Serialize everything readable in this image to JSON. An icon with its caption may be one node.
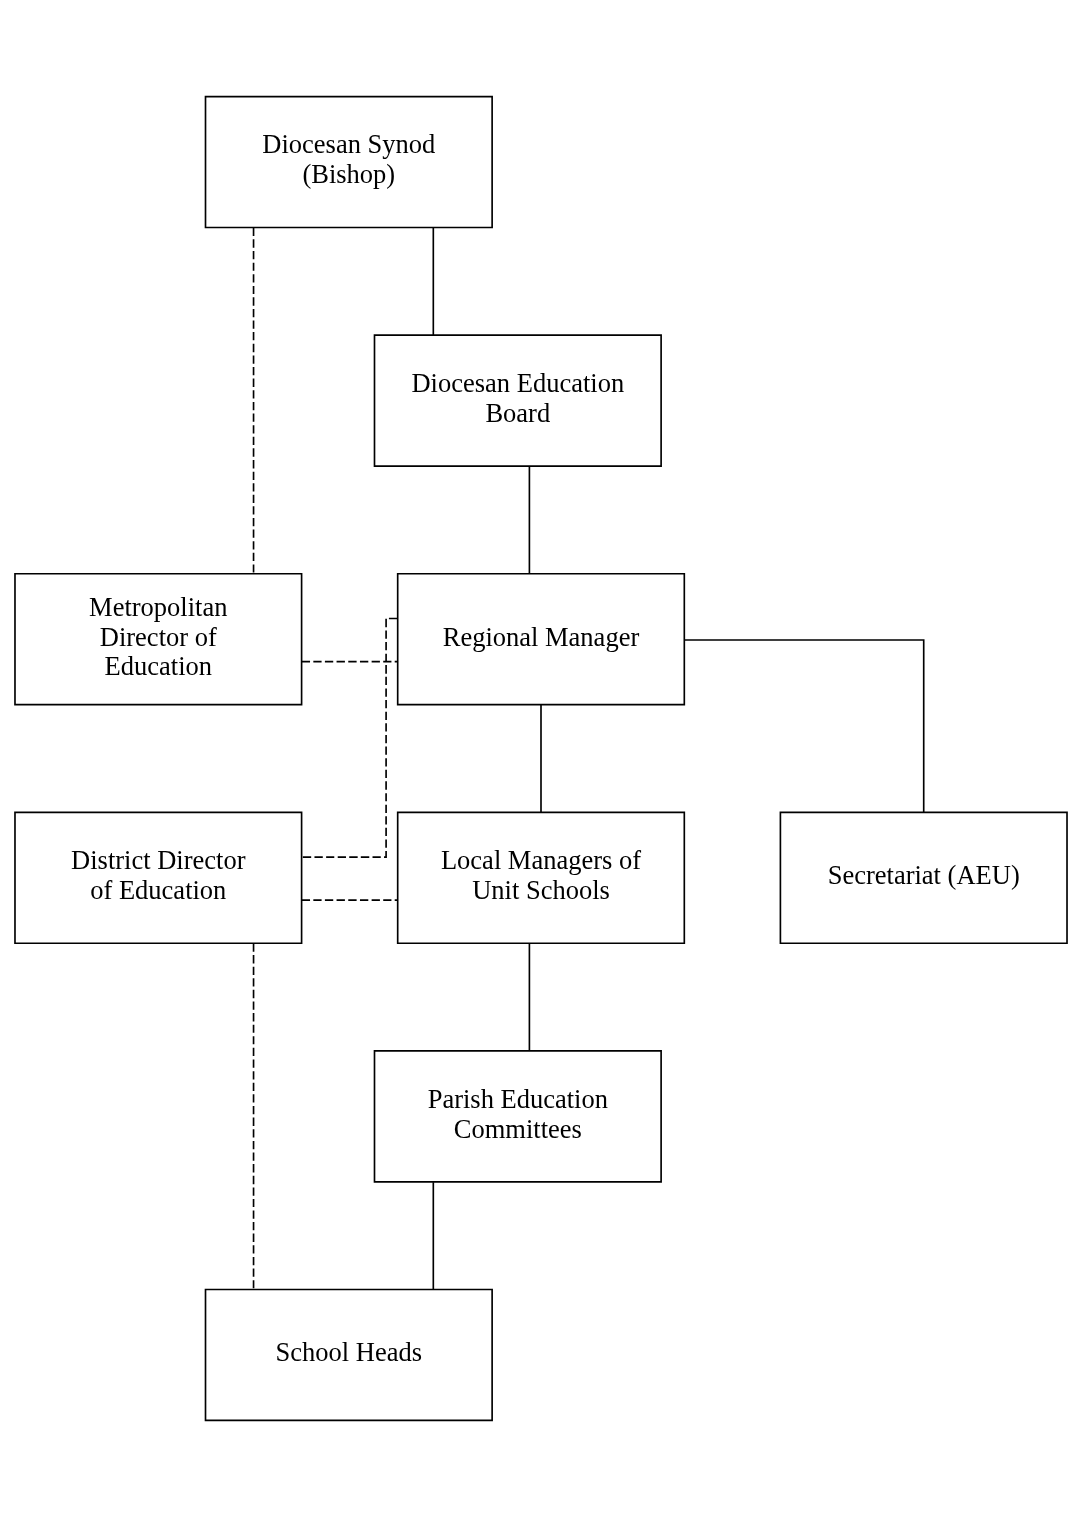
{
  "diagram": {
    "nodes": [
      {
        "text": [
          "Diocesan Synod (Bishop)"
        ]
      },
      {
        "text": [
          "Diocesan Education Board"
        ]
      },
      {
        "text": [
          "Metropolitan Director of Education"
        ]
      },
      {
        "text": [
          "Regional Manager"
        ]
      },
      {
        "text": [
          "District Director of Education"
        ]
      },
      {
        "text": [
          "Local Managers of Unit Schools"
        ]
      },
      {
        "text": [
          "Secretariat (AEU)"
        ]
      },
      {
        "text": [
          "Parish Education Committees"
        ]
      },
      {
        "text": [
          "School Heads"
        ]
      }
    ],
    "edges": [
      {
        "from": 0,
        "to": 1,
        "arrow": "none"
      },
      {
        "from": 1,
        "to": 3,
        "arrow": "none"
      },
      {
        "from": 0,
        "to": 2,
        "arrow": "none",
        "style": "dashed"
      },
      {
        "from": 2,
        "to": 3,
        "arrow": "none",
        "style": "dashed"
      },
      {
        "from": 3,
        "to": 4,
        "arrow": "none",
        "style": "dashed"
      },
      {
        "from": 3,
        "to": 6,
        "arrow": "none"
      },
      {
        "from": 3,
        "to": 5,
        "arrow": "none"
      },
      {
        "from": 4,
        "to": 5,
        "arrow": "none",
        "style": "dashed"
      },
      {
        "from": 5,
        "to": 7,
        "arrow": "none"
      },
      {
        "from": 7,
        "to": 8,
        "arrow": "none"
      },
      {
        "from": 4,
        "to": 8,
        "arrow": "none",
        "style": "dashed"
      }
    ]
  }
}
